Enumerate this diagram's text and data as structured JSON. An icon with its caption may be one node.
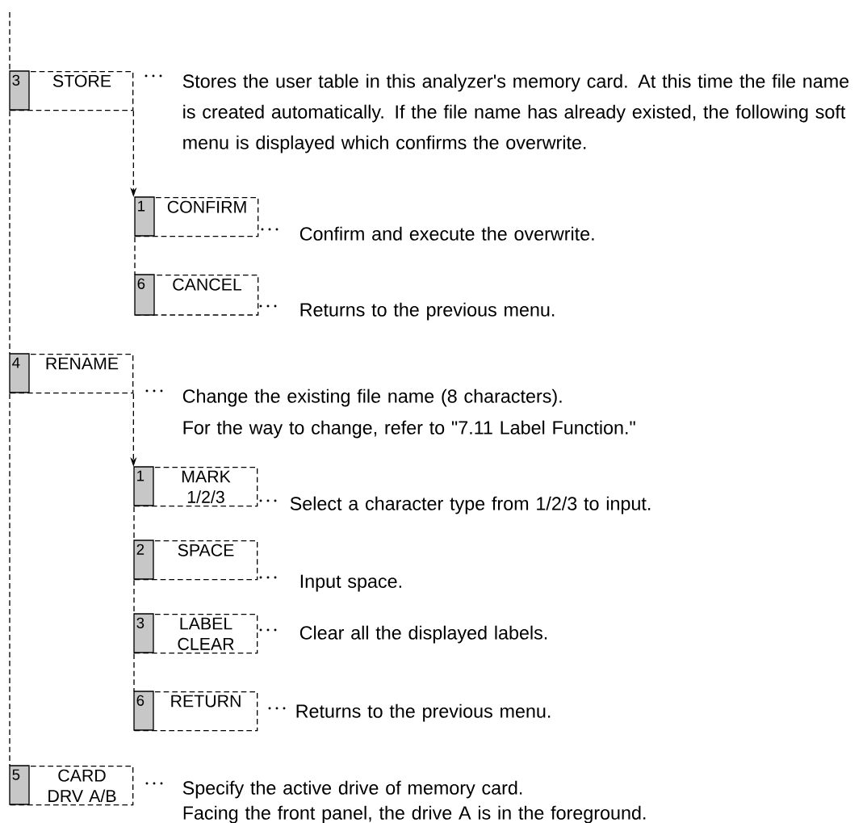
{
  "diagram": {
    "nodes": [
      {
        "text": [
          "3",
          "STORE"
        ],
        "beside": [
          "Stores the user table in this analyzer's memory card. At this time the file name is created automatically. If the file name has already existed, the following soft menu is displayed which confirms the overwrite."
        ]
      },
      {
        "text": [
          "1",
          "CONFIRM"
        ],
        "beside": [
          "Confirm and execute the overwrite."
        ]
      },
      {
        "text": [
          "6",
          "CANCEL"
        ],
        "beside": [
          "Returns to the previous menu."
        ]
      },
      {
        "text": [
          "4",
          "RENAME"
        ],
        "beside": [
          "Change the existing file name (8 characters).",
          "For the way to change, refer to \"7.11 Label Function.\""
        ]
      },
      {
        "text": [
          "1",
          "MARK 1/2/3"
        ],
        "beside": [
          "Select a character type from 1/2/3 to input."
        ]
      },
      {
        "text": [
          "2",
          "SPACE"
        ],
        "beside": [
          "Input space."
        ]
      },
      {
        "text": [
          "3",
          "LABEL CLEAR"
        ],
        "beside": [
          "Clear all the displayed labels."
        ]
      },
      {
        "text": [
          "6",
          "RETURN"
        ],
        "beside": [
          "Returns to the previous menu."
        ]
      },
      {
        "text": [
          "5",
          "CARD DRV A/B"
        ],
        "beside": [
          "Specify the active drive of memory card.",
          "Facing the front panel, the drive A is in the foreground."
        ]
      }
    ],
    "edges": [
      {
        "from": null,
        "to": 0,
        "arrow": "none"
      },
      {
        "from": 0,
        "to": 1,
        "arrow": "to"
      },
      {
        "from": 1,
        "to": 2,
        "arrow": "none"
      },
      {
        "from": 0,
        "to": 3,
        "arrow": "none"
      },
      {
        "from": 3,
        "to": 4,
        "arrow": "to"
      },
      {
        "from": 4,
        "to": 5,
        "arrow": "none"
      },
      {
        "from": 5,
        "to": 6,
        "arrow": "none"
      },
      {
        "from": 6,
        "to": 7,
        "arrow": "none"
      },
      {
        "from": 3,
        "to": 8,
        "arrow": "none"
      }
    ]
  }
}
